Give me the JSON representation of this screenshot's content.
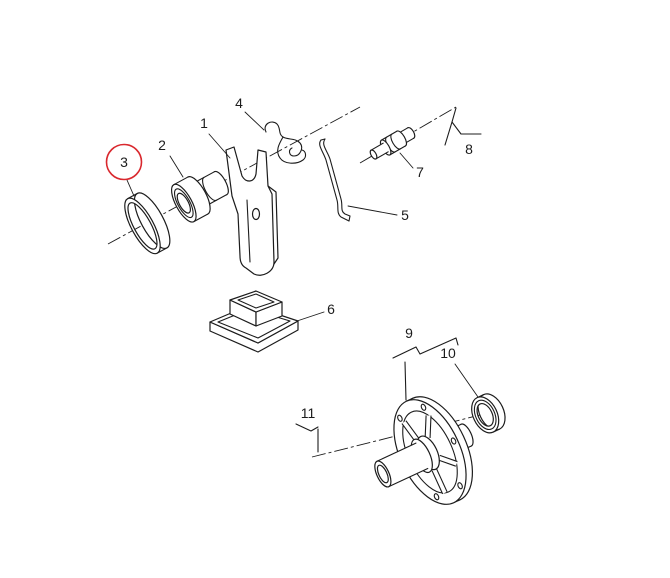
{
  "colors": {
    "highlight": "#d9282e",
    "linework": "#1c1c1c",
    "background": "#ffffff"
  },
  "callouts": [
    {
      "label": "1",
      "highlighted": false
    },
    {
      "label": "2",
      "highlighted": false
    },
    {
      "label": "3",
      "highlighted": true
    },
    {
      "label": "4",
      "highlighted": false
    },
    {
      "label": "5",
      "highlighted": false
    },
    {
      "label": "6",
      "highlighted": false
    },
    {
      "label": "7",
      "highlighted": false
    },
    {
      "label": "8",
      "highlighted": false
    },
    {
      "label": "9",
      "highlighted": false
    },
    {
      "label": "10",
      "highlighted": false
    },
    {
      "label": "11",
      "highlighted": false
    }
  ]
}
